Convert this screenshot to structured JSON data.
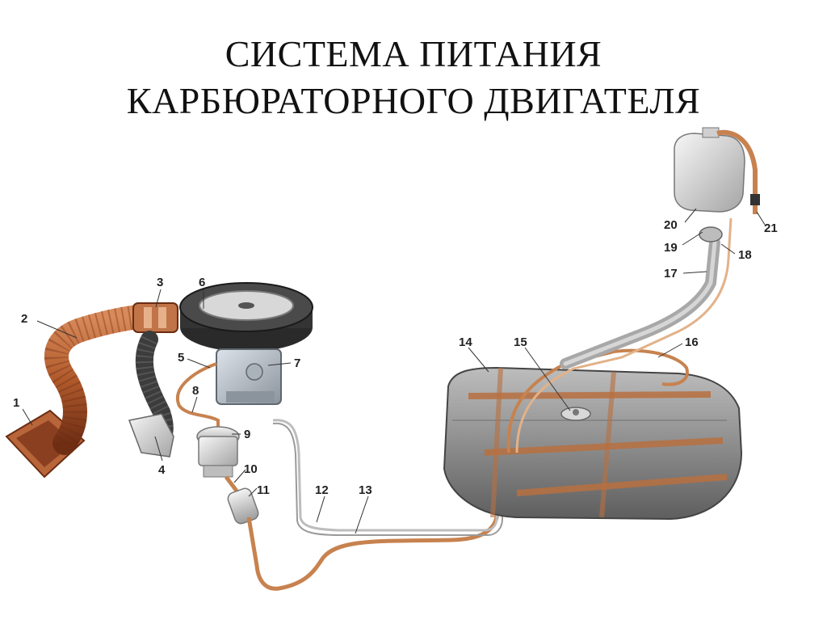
{
  "title": {
    "line1": "СИСТЕМА ПИТАНИЯ",
    "line2": "КАРБЮРАТОРНОГО ДВИГАТЕЛЯ"
  },
  "colors": {
    "pipe": "#b86a3c",
    "pipe_dark": "#7c3a1c",
    "tank": "#8f8f8f",
    "metal_line": "#c2c2c2",
    "label": "#222222"
  },
  "callouts": [
    "1",
    "2",
    "3",
    "4",
    "5",
    "6",
    "7",
    "8",
    "9",
    "10",
    "11",
    "12",
    "13",
    "14",
    "15",
    "16",
    "17",
    "18",
    "19",
    "20",
    "21"
  ]
}
